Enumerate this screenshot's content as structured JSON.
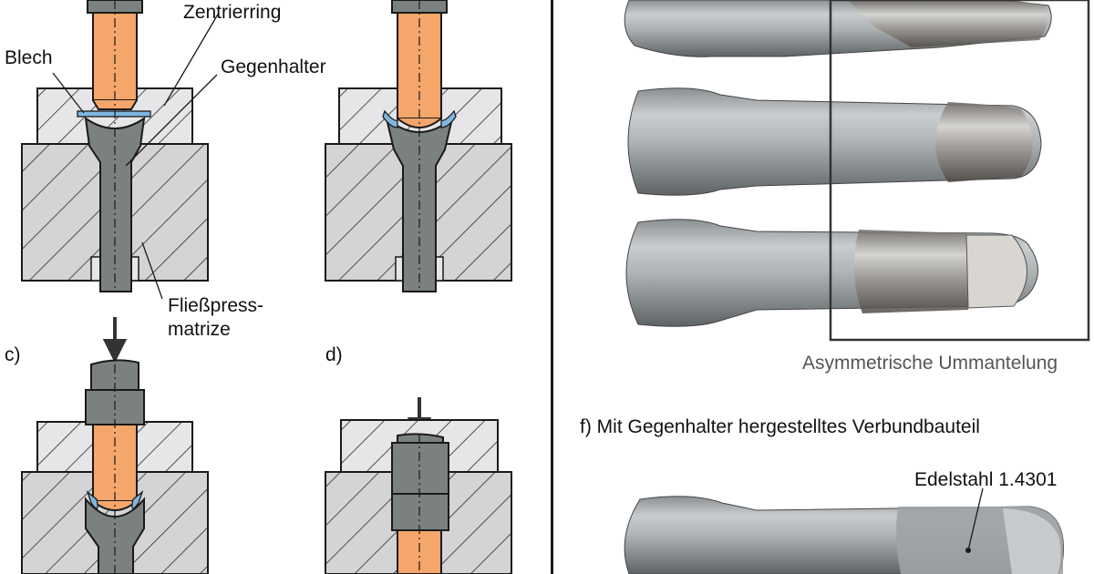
{
  "labels": {
    "zentrierring": "Zentrierring",
    "blech": "Blech",
    "gegenhalter": "Gegenhalter",
    "fliesspress_line1": "Fließpress-",
    "fliesspress_line2": "matrize",
    "panel_c": "c)",
    "panel_d": "d)",
    "asym": "Asymmetrische Ummantelung",
    "panel_f": "f) Mit Gegenhalter hergestelltes Verbundbauteil",
    "edelstahl": "Edelstahl 1.4301"
  },
  "colors": {
    "punch_orange": "#f5a66b",
    "die_grey": "#d4d4d6",
    "insert_grey": "#e6e6e8",
    "counterholder": "#7b8180",
    "sheet_blue": "#7fb6e0",
    "outline": "#1a1a1a"
  }
}
